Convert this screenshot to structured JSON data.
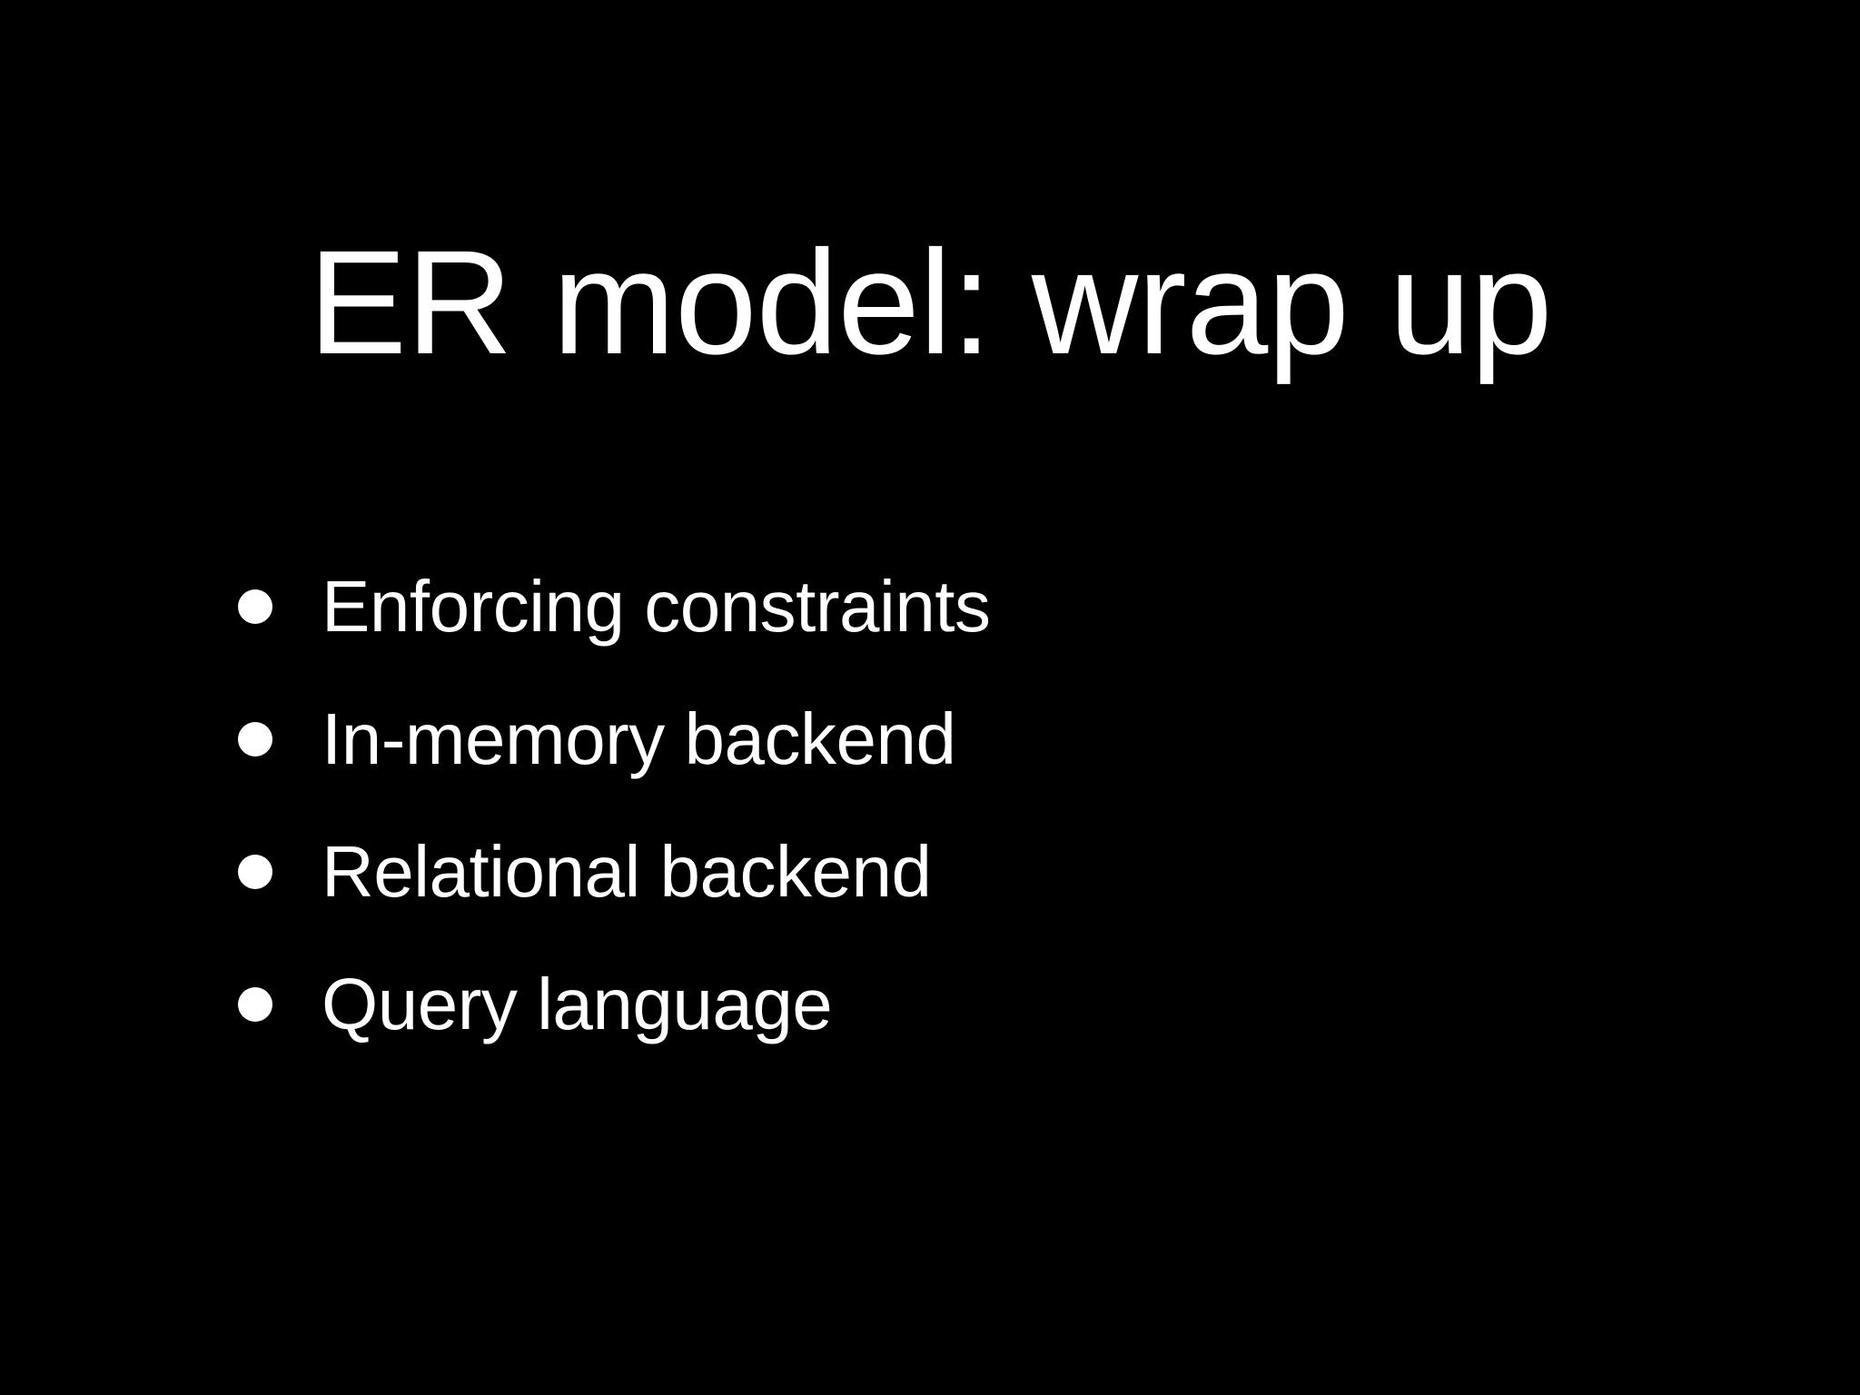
{
  "slide": {
    "background_color": "#000000",
    "text_color": "#ffffff",
    "title": "ER model: wrap up",
    "bullets": [
      {
        "marker": "bullet-dot",
        "text": "Enforcing constraints"
      },
      {
        "marker": "bullet-dot",
        "text": "In-memory backend"
      },
      {
        "marker": "bullet-dot",
        "text": "Relational backend"
      },
      {
        "marker": "bullet-dot",
        "text": "Query language"
      }
    ]
  }
}
